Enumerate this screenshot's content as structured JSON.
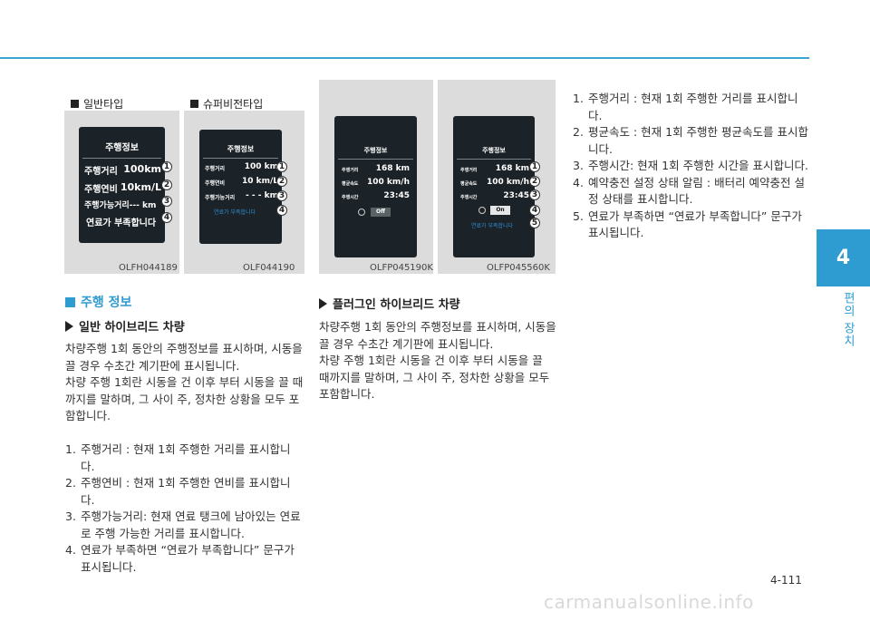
{
  "side": {
    "chapter": "4",
    "label": "편의 장치"
  },
  "panels": {
    "left_group": {
      "tag": "일반타입"
    },
    "right_group": {
      "tag": "슈퍼비전타입"
    },
    "codes": [
      "OLFH044189",
      "OLF044190",
      "OLFP045190K",
      "OLFP045560K"
    ]
  },
  "screens": {
    "s1": {
      "title": "주행정보",
      "rows": [
        "주행거리",
        "주행연비",
        "주행가능거리--- km"
      ],
      "values": [
        "100km",
        "10km/L"
      ],
      "warn": "연료가 부족합니다"
    },
    "s2": {
      "title": "주행정보",
      "rows": [
        "주행거리",
        "주행연비",
        "주행가능거리"
      ],
      "values": [
        "100 km",
        "10 km/L",
        "- - - km"
      ],
      "warn": "연료가 부족합니다"
    },
    "s3": {
      "title": "주행정보",
      "rows": [
        "주행거리",
        "평균속도",
        "주행시간"
      ],
      "values": [
        "168 km",
        "100 km/h",
        "23:45"
      ],
      "toggle": "Off"
    },
    "s4": {
      "title": "주행정보",
      "rows": [
        "주행거리",
        "평균속도",
        "주행시간"
      ],
      "values": [
        "168 km",
        "100 km/h",
        "23:45"
      ],
      "toggle": "On",
      "warn": "연료가 부족합니다"
    }
  },
  "callouts": [
    "1",
    "2",
    "3",
    "4",
    "5"
  ],
  "section": {
    "title": "주행 정보",
    "general": {
      "heading": "일반 하이브리드 차량",
      "p1": "차량주행 1회 동안의 주행정보를 표시하며, 시동을 끌 경우 수초간 계기판에 표시됩니다.",
      "p2": "차량 주행 1회란 시동을 건 이후 부터 시동을 끌 때까지를 말하며, 그 사이 주, 정차한 상황을 모두 포함합니다.",
      "list": [
        "주행거리 : 현재 1회 주행한 거리를 표시합니다.",
        "주행연비 : 현재 1회 주행한 연비를 표시합니다.",
        "주행가능거리: 현재 연료 탱크에 남아있는 연료로 주행 가능한 거리를 표시합니다.",
        "연료가 부족하면 “연료가 부족합니다” 문구가 표시됩니다."
      ]
    },
    "plugin": {
      "heading": "플러그인 하이브리드 차량",
      "p1": "차량주행 1회 동안의 주행정보를 표시하며, 시동을 끌 경우 수초간 계기판에 표시됩니다.",
      "p2": "차량 주행 1회란 시동을 건 이후 부터 시동을 끌 때까지를 말하며, 그 사이 주, 정차한 상황을 모두 포함합니다."
    },
    "right_list": [
      "주행거리 : 현재 1회 주행한 거리를 표시합니다.",
      "평균속도 : 현재 1회 주행한 평균속도를 표시합니다.",
      "주행시간: 현재 1회 주행한 시간을 표시합니다.",
      "예약충전 설정 상태 알림 : 배터리 예약충전 설정 상태를 표시합니다.",
      "연료가 부족하면 “연료가 부족합니다” 문구가 표시됩니다."
    ]
  },
  "page_number": "4-111",
  "watermark": "carmanualsonline.info"
}
